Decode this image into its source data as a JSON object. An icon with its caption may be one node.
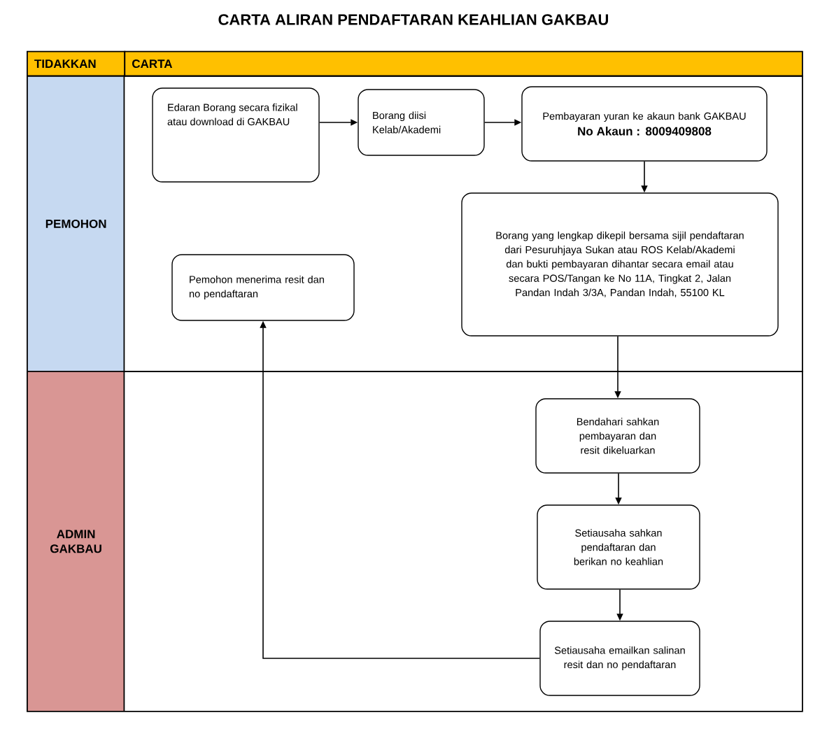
{
  "diagram": {
    "title": "CARTA ALIRAN PENDAFTARAN KEAHLIAN GAKBAU",
    "nodes": [
      {
        "text": [
          "PEMOHON"
        ]
      },
      {
        "text": [
          "Edaran Borang secara fizikal atau download di GAKBAU"
        ],
        "in": 0
      },
      {
        "text": [
          "Borang diisi Kelab/Akademi"
        ],
        "in": 0
      },
      {
        "text": [
          "Pembayaran yuran ke akaun bank GAKBAU",
          "No Akaun : 8009409808"
        ],
        "in": 0
      },
      {
        "text": [
          "Borang yang lengkap dikepil bersama sijil pendaftaran dari Pesuruhjaya Sukan atau ROS Kelab/Akademi dan bukti pembayaran dihantar secara email atau secara POS/Tangan ke No 11A, Tingkat 2, Jalan Pandan Indah 3/3A, Pandan Indah, 55100 KL"
        ],
        "in": 0
      },
      {
        "text": [
          "Pemohon menerima resit dan no pendaftaran"
        ],
        "in": 0
      },
      {
        "text": [
          "ADMIN GAKBAU"
        ]
      },
      {
        "text": [
          "Bendahari sahkan pembayaran dan resit dikeluarkan"
        ],
        "in": 6
      },
      {
        "text": [
          "Setiausaha sahkan pendaftaran dan berikan no keahlian"
        ],
        "in": 6
      },
      {
        "text": [
          "Setiausaha emailkan salinan resit dan no pendaftaran"
        ],
        "in": 6
      }
    ],
    "edges": [
      {
        "from": 1,
        "to": 2,
        "arrow": "to"
      },
      {
        "from": 2,
        "to": 3,
        "arrow": "to"
      },
      {
        "from": 3,
        "to": 4,
        "arrow": "to"
      },
      {
        "from": 4,
        "to": 7,
        "arrow": "to"
      },
      {
        "from": 7,
        "to": 8,
        "arrow": "to"
      },
      {
        "from": 8,
        "to": 9,
        "arrow": "to"
      },
      {
        "from": 9,
        "to": 5,
        "arrow": "to"
      }
    ],
    "labels": [
      "TIDAKKAN",
      "CARTA"
    ]
  }
}
